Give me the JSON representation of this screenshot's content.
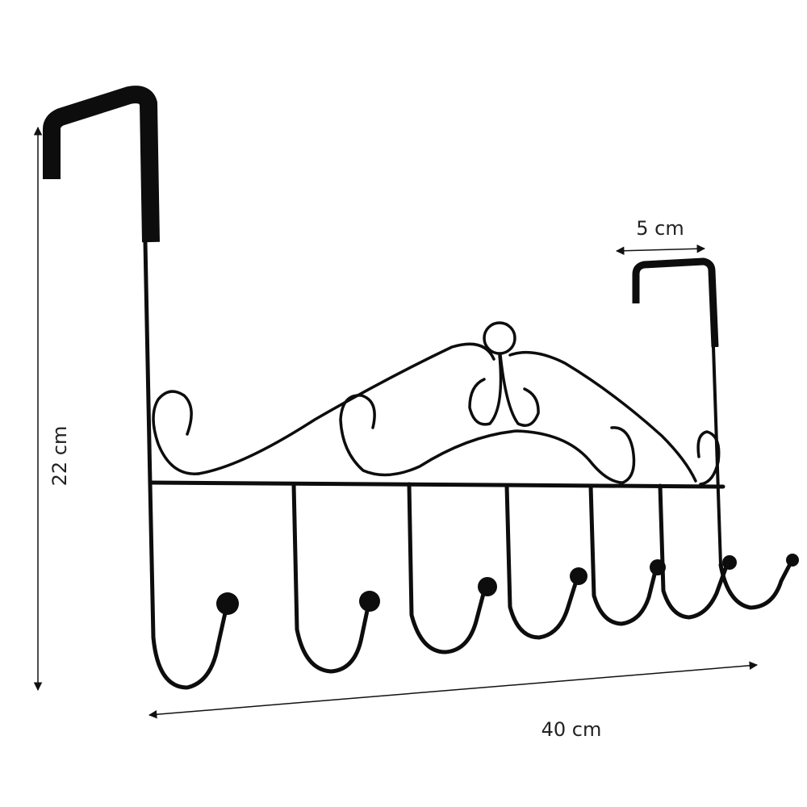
{
  "dimensions": {
    "height": "22 cm",
    "width": "40 cm",
    "hook_depth": "5 cm"
  },
  "product": {
    "hook_count": 7,
    "metal_color": "#0d0d0d"
  },
  "colors": {
    "background": "#ffffff",
    "dimension_line": "#111111",
    "label_text": "#222222"
  }
}
